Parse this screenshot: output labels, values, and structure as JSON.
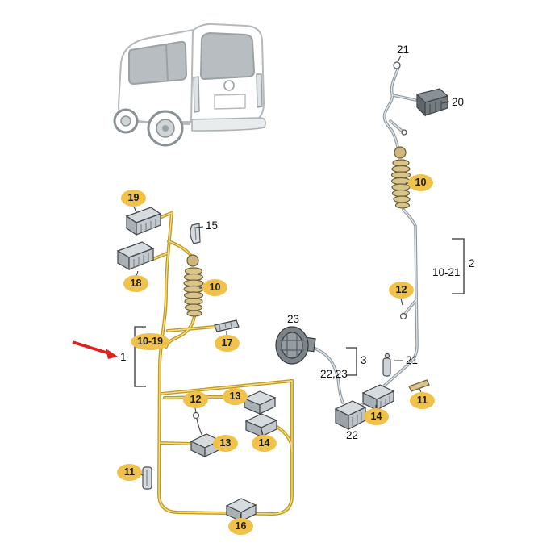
{
  "diagram": {
    "type": "parts-diagram",
    "subject": "rear-lid-wiring-harness",
    "vehicle_thumbnail": "van-rear-three-quarter-view",
    "highlighted_item": "1",
    "colors": {
      "callout_fill": "#f0c24b",
      "harness_yellow": "#c29b1d",
      "harness_gray": "#8f9ba4",
      "arrow_red": "#e0201c"
    },
    "callouts": [
      {
        "label": "19"
      },
      {
        "label": "18"
      },
      {
        "label": "10"
      },
      {
        "label": "10-19"
      },
      {
        "label": "17"
      },
      {
        "label": "12"
      },
      {
        "label": "13"
      },
      {
        "label": "13"
      },
      {
        "label": "14"
      },
      {
        "label": "11"
      },
      {
        "label": "16"
      },
      {
        "label": "10"
      },
      {
        "label": "12"
      },
      {
        "label": "11"
      },
      {
        "label": "14"
      }
    ],
    "labels": [
      {
        "label": "21"
      },
      {
        "label": "20"
      },
      {
        "label": "2"
      },
      {
        "label": "10-21"
      },
      {
        "label": "21"
      },
      {
        "label": "22"
      },
      {
        "label": "23"
      },
      {
        "label": "22,23"
      },
      {
        "label": "3"
      },
      {
        "label": "15"
      },
      {
        "label": "1"
      }
    ]
  }
}
